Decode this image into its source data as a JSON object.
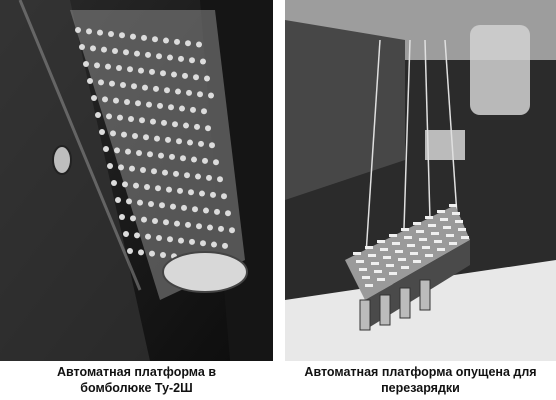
{
  "photos": [
    {
      "id": "left",
      "caption_lines": [
        "Автоматная платформа в",
        "бомболюке Ту-2Ш"
      ]
    },
    {
      "id": "right",
      "caption_lines": [
        "Автоматная платформа опущена для",
        "перезарядки"
      ]
    }
  ],
  "colors": {
    "background": "#ffffff",
    "photo_dark": "#1a1a1a",
    "photo_mid": "#6e6e6e",
    "photo_light": "#e6e6e6",
    "caption_text": "#111111"
  }
}
